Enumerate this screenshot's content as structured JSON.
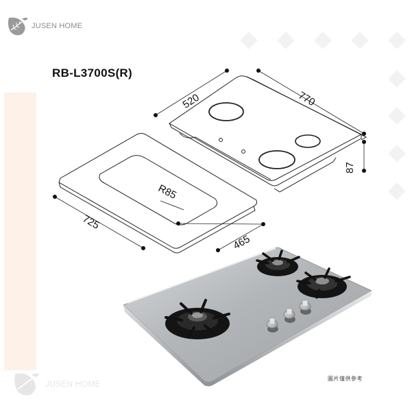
{
  "brand": {
    "name": "JUSEN HOME"
  },
  "product": {
    "model": "RB-L3700S(R)"
  },
  "dimensions": {
    "width": "770",
    "depth": "520",
    "height": "87",
    "cutout_width": "725",
    "cutout_depth": "465",
    "corner_radius": "R85"
  },
  "footer": {
    "note": "圖片僅供參考"
  },
  "colors": {
    "stripe": "#fdf1e8",
    "diamond": "#f2f2f2",
    "steel": "#b9bcbf",
    "burner": "#141414"
  }
}
